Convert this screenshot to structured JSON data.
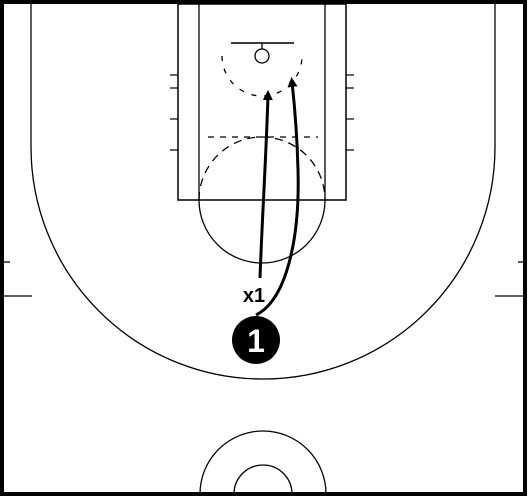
{
  "diagram": {
    "players": [
      {
        "id": "offense-1",
        "label": "1",
        "fill": "#000000",
        "text_color": "#ffffff"
      }
    ],
    "defenders": [
      {
        "id": "defense-1",
        "label": "x1"
      }
    ],
    "actions": [
      {
        "id": "drive-defense-1",
        "type": "cut"
      },
      {
        "id": "drive-offense-1",
        "type": "cut"
      }
    ],
    "colors": {
      "court_lines": "#000000",
      "background": "#ffffff"
    }
  }
}
